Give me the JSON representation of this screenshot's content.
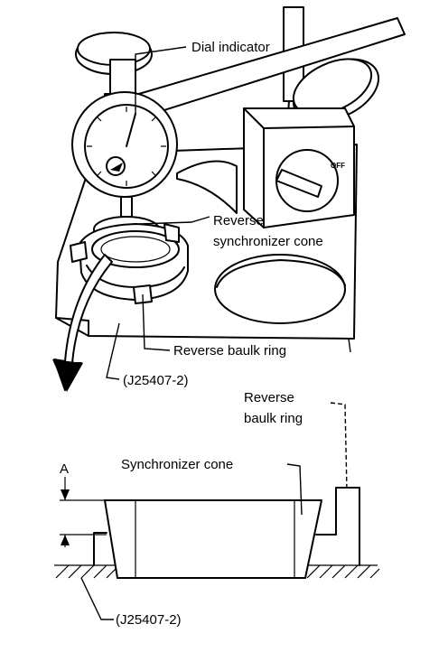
{
  "labels": {
    "dial_indicator": "Dial indicator",
    "reverse_synchronizer_cone_line1": "Reverse",
    "reverse_synchronizer_cone_line2": "synchronizer cone",
    "reverse_baulk_ring_top": "Reverse baulk ring",
    "tool_top": "(J25407-2)",
    "reverse_baulk_ring_bottom_line1": "Reverse",
    "reverse_baulk_ring_bottom_line2": "baulk ring",
    "synchronizer_cone": "Synchronizer cone",
    "dimension_a": "A",
    "tool_bottom": "(J25407-2)",
    "switch_off": "OFF"
  }
}
